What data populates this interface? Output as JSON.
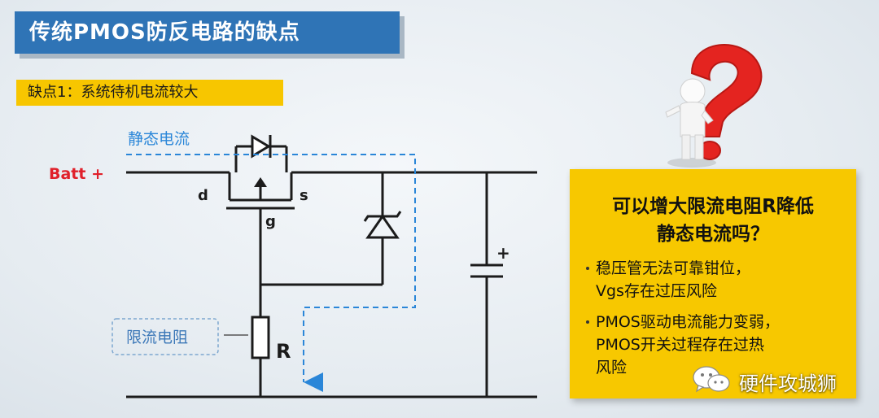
{
  "header": {
    "title": "传统PMOS防反电路的缺点",
    "subtitle": "缺点1：系统待机电流较大"
  },
  "circuit": {
    "batt_label": "Batt +",
    "quiescent_label": "静态电流",
    "pin_d": "d",
    "pin_s": "s",
    "pin_g": "g",
    "current_limit_label": "限流电阻",
    "resistor_label": "R",
    "cap_plus": "+"
  },
  "panel": {
    "question_line1": "可以增大限流电阻R降低",
    "question_line2": "静态电流吗？",
    "bullet1_line1": "稳压管无法可靠钳位，",
    "bullet1_line2": "Vgs存在过压风险",
    "bullet2_line1": "PMOS驱动电流能力变弱，",
    "bullet2_line2": "PMOS开关过程存在过热",
    "bullet2_line3": "风险"
  },
  "watermark": {
    "text": "硬件攻城狮",
    "icon": "wechat-icon"
  },
  "colors": {
    "title_bg": "#2f74b6",
    "highlight": "#f7c600",
    "batt_label": "#e0202a",
    "current_path": "#2a86d8",
    "question_mark": "#e42420"
  }
}
